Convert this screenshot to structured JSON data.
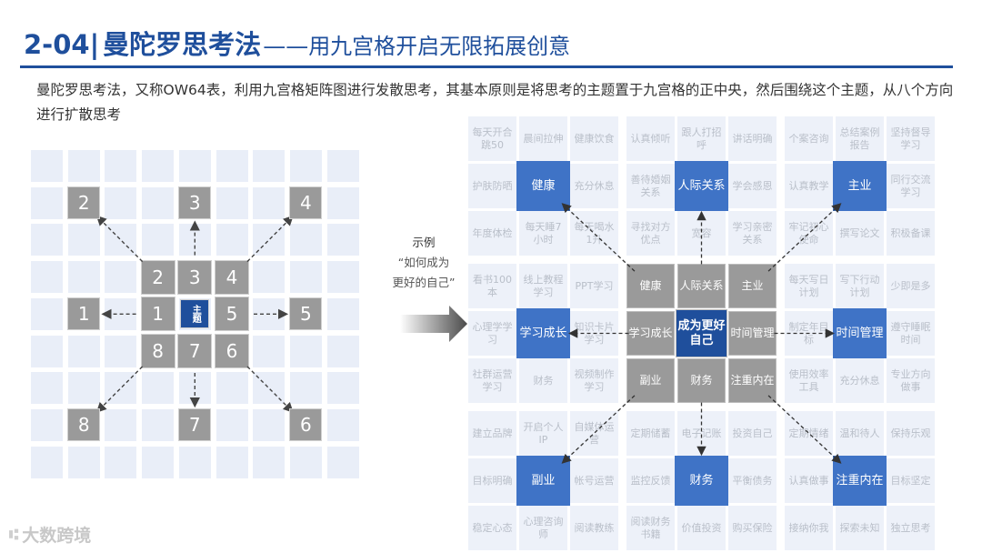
{
  "title": {
    "code": "2-04|",
    "main": "曼陀罗思考法",
    "dash": "——",
    "sub": "用九宫格开启无限拓展创意"
  },
  "description": "曼陀罗思考法，又称OW64表，利用九宫格矩阵图进行发散思考，其基本原则是将思考的主题置于九宫格的正中央，然后围绕这个主题，从八个方向进行扩散思考",
  "left_diagram": {
    "inner_cells": [
      "2",
      "3",
      "4",
      "1",
      "主题",
      "5",
      "8",
      "7",
      "6"
    ],
    "outer_cells": [
      "2",
      "3",
      "4",
      "1",
      "5",
      "8",
      "7",
      "6"
    ]
  },
  "middle": {
    "label": "示例",
    "quote_line1": "“如何成为",
    "quote_line2": "更好的自己”"
  },
  "right_diagram": {
    "blocks": [
      {
        "cells": [
          "每天开合跳50",
          "晨间拉伸",
          "健康饮食",
          "护肤防晒",
          "健康",
          "充分休息",
          "年度体检",
          "每天睡7小时",
          "每天喝水1升"
        ]
      },
      {
        "cells": [
          "认真倾听",
          "跟人打招呼",
          "讲话明确",
          "善待婚姻关系",
          "人际关系",
          "学会感恩",
          "寻找对方优点",
          "宽容",
          "学习亲密关系"
        ]
      },
      {
        "cells": [
          "个案咨询",
          "总结案例报告",
          "坚持督导学习",
          "认真教学",
          "主业",
          "同行交流学习",
          "牢记初心使命",
          "撰写论文",
          "积极备课"
        ]
      },
      {
        "cells": [
          "看书100本",
          "线上教程学习",
          "PPT学习",
          "心理学学习",
          "学习成长",
          "知识卡片学习",
          "社群运营学习",
          "财务",
          "视频制作学习"
        ]
      },
      {
        "cells": [
          "健康",
          "人际关系",
          "主业",
          "学习成长",
          "成为更好自己",
          "时间管理",
          "副业",
          "财务",
          "注重内在"
        ]
      },
      {
        "cells": [
          "每天写日计划",
          "写下行动计划",
          "少即是多",
          "制定年目标",
          "时间管理",
          "遵守睡眠时间",
          "使用效率工具",
          "充分休息",
          "专业方向做事"
        ]
      },
      {
        "cells": [
          "建立品牌",
          "开启个人IP",
          "自媒体运营",
          "目标明确",
          "副业",
          "帐号运营",
          "稳定心态",
          "心理咨询师",
          "阅读教练"
        ]
      },
      {
        "cells": [
          "定期储蓄",
          "电子记账",
          "投资自己",
          "监控反馈",
          "财务",
          "平衡债务",
          "阅读财务书籍",
          "价值投资",
          "购买保险"
        ]
      },
      {
        "cells": [
          "定期情绪",
          "温和待人",
          "保持乐观",
          "认真做事",
          "注重内在",
          "目标坚定",
          "接纳你我",
          "探索未知",
          "独立思考"
        ]
      }
    ]
  },
  "logo": {
    "mark": "⑆",
    "text": "大数跨境"
  },
  "colors": {
    "accent": "#1f4f9c",
    "theme_cell": "#3f73c6",
    "center_gray": "#9a9a9a",
    "grid_bg": "#e9eef8"
  }
}
